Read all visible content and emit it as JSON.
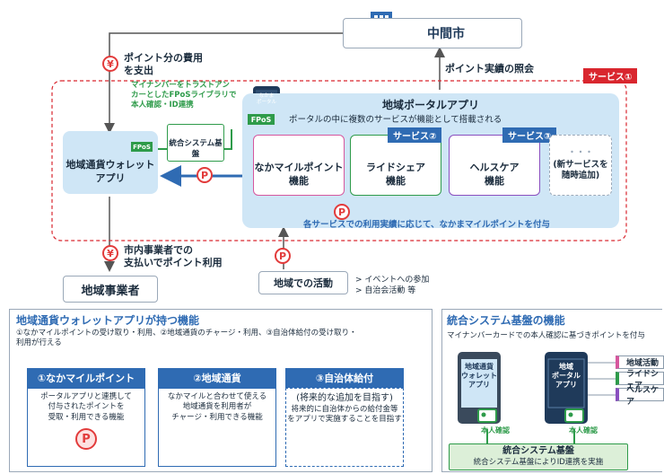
{
  "city": {
    "name": "中間市"
  },
  "labels": {
    "expense_line1": "ポイント分の費用",
    "expense_line2": "を支出",
    "results_query": "ポイント実績の照会",
    "trust_line1": "マイナンバーをトラストアン",
    "trust_line2": "カーとしたFPoSライブラリで",
    "trust_line3": "本人確認・ID連携",
    "usage_line1": "市内事業者での",
    "usage_line2": "支払いでポイント利用",
    "yen": "¥",
    "p": "P",
    "fpos": "FPoS",
    "phone_label": "なかま\nポータル"
  },
  "service1": {
    "tag": "サービス①"
  },
  "portal": {
    "title": "地域ポータルアプリ",
    "subtitle": "ポータルの中に複数のサービスが機能として搭載される",
    "services": [
      {
        "line1": "なかマイルポイント",
        "line2": "機能",
        "tag": ""
      },
      {
        "line1": "ライドシェア",
        "line2": "機能",
        "tag": "サービス②"
      },
      {
        "line1": "ヘルスケア",
        "line2": "機能",
        "tag": "サービス③"
      },
      {
        "line1": "(新サービスを",
        "line2": "随時追加)",
        "tag": ""
      }
    ],
    "dots": "・・・",
    "bottom_note": "各サービスでの利用実績に応じて、なかまマイルポイントを付与"
  },
  "integrated_system": {
    "label": "統合システム基盤"
  },
  "wallet": {
    "line1": "地域通貨ウォレット",
    "line2": "アプリ"
  },
  "business": {
    "label": "地域事業者"
  },
  "activity": {
    "label": "地域での活動",
    "items": [
      "イベントへの参加",
      "自治会活動 等"
    ]
  },
  "wallet_features": {
    "title": "地域通貨ウォレットアプリが持つ機能",
    "desc_line1": "①なかマイルポイントの受け取り・利用、②地域通貨のチャージ・利用、③自治体給付の受け取り・",
    "desc_line2": "利用が行える",
    "cards": [
      {
        "head": "①なかマイルポイント",
        "lines": [
          "ポータルアプリと連携して",
          "付与されたポイントを",
          "受取・利用できる機能"
        ]
      },
      {
        "head": "②地域通貨",
        "lines": [
          "なかマイルと合わせて使える",
          "地域通貨を利用者が",
          "チャージ・利用できる機能"
        ]
      },
      {
        "head": "③自治体給付",
        "lines": [
          "(将来的な追加を目指す)",
          "将来的に自治体からの給付金等",
          "をアプリで実施することを目指す"
        ]
      }
    ]
  },
  "system_features": {
    "title": "統合システム基盤の機能",
    "desc": "マイナンバーカードでの本人確認に基づきポイントを付与",
    "phone1": [
      "地域通貨",
      "ウォレット",
      "アプリ"
    ],
    "phone2": [
      "地域",
      "ポータル",
      "アプリ"
    ],
    "id_check": "本人確認",
    "items": [
      "地域活動",
      "ライドシェア",
      "ヘルスケア"
    ],
    "base_title": "統合システム基盤",
    "base_desc": "統合システム基盤によりID連携を実施"
  },
  "colors": {
    "blue": "#2f6bb3",
    "light_blue": "#cfe6f6",
    "red": "#d9262e",
    "green": "#2e9b4a",
    "pink": "#d6579e",
    "purple": "#8a4fbf",
    "navy": "#1f3a5a"
  }
}
